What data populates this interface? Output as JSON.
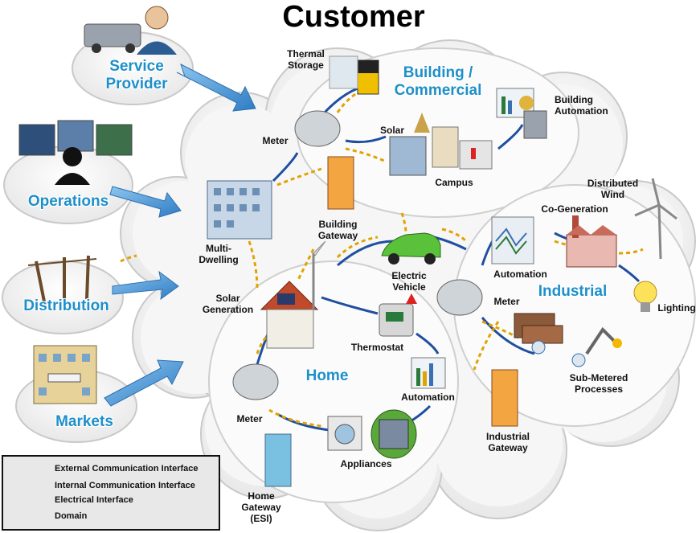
{
  "title": "Customer",
  "domains": {
    "service_provider": "Service\nProvider",
    "operations": "Operations",
    "distribution": "Distribution",
    "markets": "Markets",
    "building_commercial": "Building /\nCommercial",
    "industrial": "Industrial",
    "home": "Home"
  },
  "labels": {
    "thermal_storage": "Thermal\nStorage",
    "building_automation": "Building\nAutomation",
    "meter_building": "Meter",
    "solar_building": "Solar",
    "campus": "Campus",
    "distributed_wind": "Distributed\nWind",
    "co_generation": "Co-Generation",
    "building_gateway": "Building\nGateway",
    "multi_dwelling": "Multi-\nDwelling",
    "electric_vehicle": "Electric\nVehicle",
    "automation_industrial": "Automation",
    "lighting": "Lighting",
    "meter_industrial": "Meter",
    "solar_generation": "Solar\nGeneration",
    "thermostat": "Thermostat",
    "sub_metered_processes": "Sub-Metered\nProcesses",
    "automation_home": "Automation",
    "meter_home": "Meter",
    "industrial_gateway": "Industrial\nGateway",
    "appliances": "Appliances",
    "home_gateway": "Home\nGateway\n(ESI)"
  },
  "legend": [
    {
      "kind": "external",
      "label": "External Communication Interface"
    },
    {
      "kind": "internal",
      "label": "Internal Communication Interface"
    },
    {
      "kind": "electrical",
      "label": "Electrical Interface"
    },
    {
      "kind": "domain",
      "label": "Domain"
    }
  ],
  "colors": {
    "domain_text": "#1e8fc9",
    "external_arrow": "#4a9ad8",
    "internal_line": "#1f4fa0",
    "electrical_line": "#e0a300",
    "cloud_fill": "#f2f2f2",
    "cloud_stroke": "#c8c8c8"
  }
}
